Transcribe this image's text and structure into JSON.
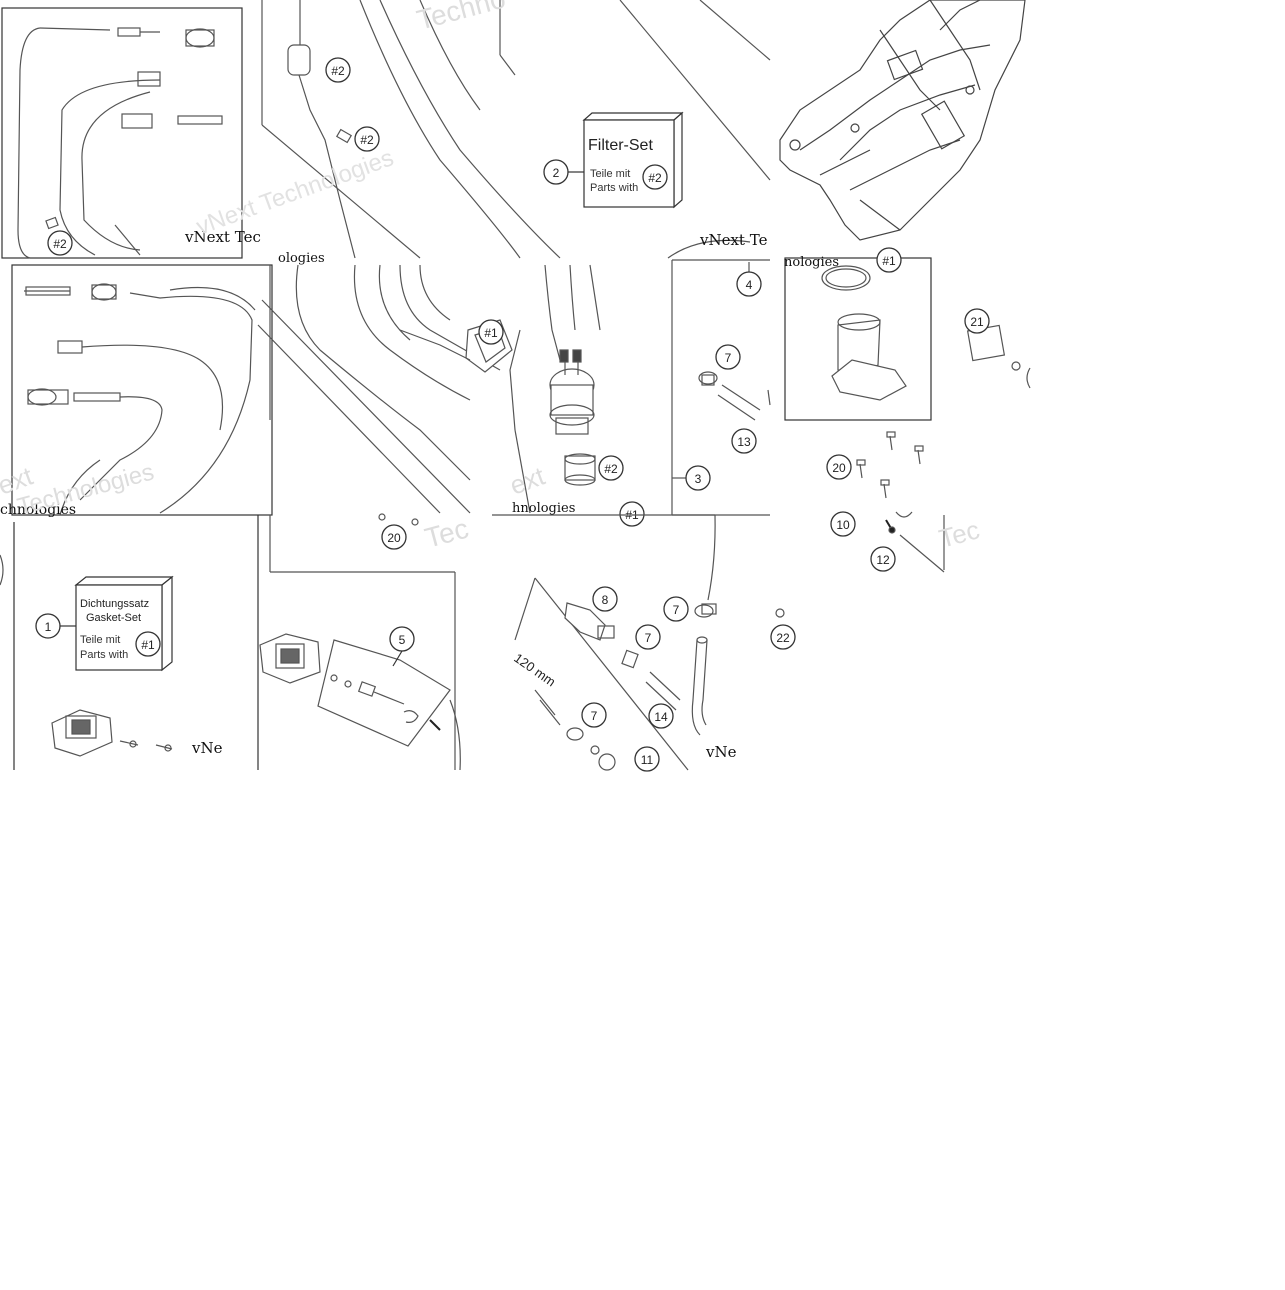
{
  "diagram": {
    "kit_filter": {
      "title": "Filter-Set",
      "line1": "Teile mit",
      "line2": "Parts with",
      "ref": "#2",
      "callout": "2"
    },
    "kit_gasket": {
      "title1": "Dichtungssatz",
      "title2": "Gasket-Set",
      "line1": "Teile mit",
      "line2": "Parts with",
      "ref": "#1",
      "callout": "1"
    },
    "callouts": {
      "c3": "3",
      "c4": "4",
      "c5": "5",
      "c7a": "7",
      "c7b": "7",
      "c7c": "7",
      "c7d": "7",
      "c8": "8",
      "c10": "10",
      "c11": "11",
      "c12": "12",
      "c13": "13",
      "c14": "14",
      "c20a": "20",
      "c20b": "20",
      "c21": "21",
      "c22": "22",
      "h2a": "#2",
      "h2b": "#2",
      "h2c": "#2",
      "h2d": "#2",
      "h1a": "#1",
      "h1b": "#1",
      "h1c": "#1"
    },
    "dimension": "120 mm",
    "watermarks": {
      "vnext": "vNext Technologies",
      "vnext_short": "vNext Tec",
      "vnext_b": "vNext Te",
      "vnext_c": "vNe",
      "ext": "ext",
      "technologies": "Technologies",
      "chnologies": "chnologies",
      "hnologies": "hnologies",
      "techno": "Techno",
      "tec": "Tec",
      "ologies": "ologies",
      "nologies": "nologies",
      "vne": "vNe"
    }
  }
}
